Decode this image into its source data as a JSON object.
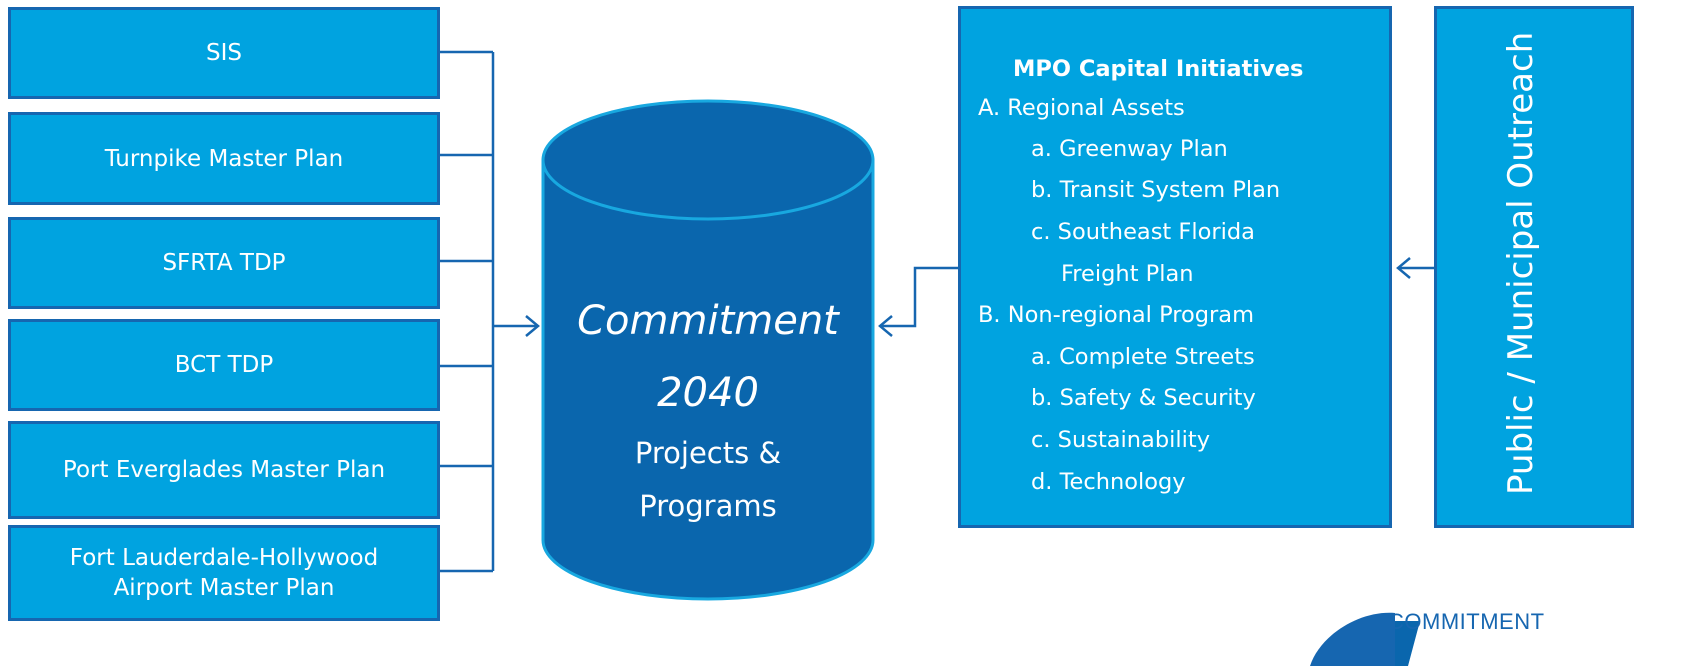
{
  "sources": [
    {
      "lines": [
        "SIS"
      ]
    },
    {
      "lines": [
        "Turnpike Master Plan"
      ]
    },
    {
      "lines": [
        "SFRTA TDP"
      ]
    },
    {
      "lines": [
        "BCT TDP"
      ]
    },
    {
      "lines": [
        "Port Everglades Master Plan"
      ]
    },
    {
      "lines": [
        "Fort Lauderdale-Hollywood",
        "Airport Master Plan"
      ]
    }
  ],
  "center": {
    "title": "Commitment",
    "year": "2040",
    "subtitle_line1": "Projects &",
    "subtitle_line2": "Programs"
  },
  "mpo": {
    "title": "MPO Capital Initiatives",
    "lines": [
      "A. Regional Assets",
      "a. Greenway Plan",
      "b. Transit System Plan",
      "c.  Southeast Florida",
      "Freight Plan",
      "B. Non-regional Program",
      "a. Complete Streets",
      "b. Safety & Security",
      "c.  Sustainability",
      "d. Technology"
    ]
  },
  "outreach": {
    "label": "Public / Municipal Outreach"
  },
  "logo": {
    "text": "COMMITMENT"
  },
  "colors": {
    "box_fill": "#00a3e0",
    "box_border": "#1666b0",
    "cylinder_fill": "#0a66ad",
    "cylinder_border": "#18a8e0"
  }
}
